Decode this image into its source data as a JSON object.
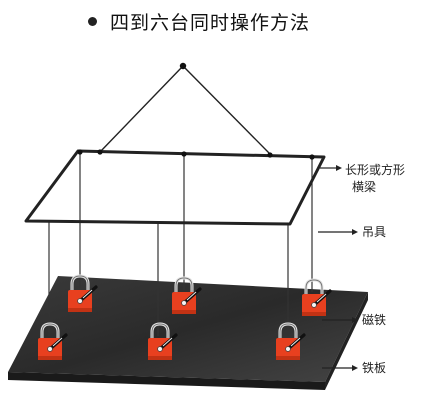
{
  "title": "四到六台同时操作方法",
  "labels": {
    "beam_line1": "长形或方形",
    "beam_line2": "横梁",
    "hanger": "吊具",
    "magnet": "磁铁",
    "plate": "铁板"
  },
  "colors": {
    "magnet_red": "#e8401f",
    "magnet_dark": "#c23214",
    "plate_dark": "#2d2d2d",
    "line": "#222222"
  },
  "magnet_count": 6
}
